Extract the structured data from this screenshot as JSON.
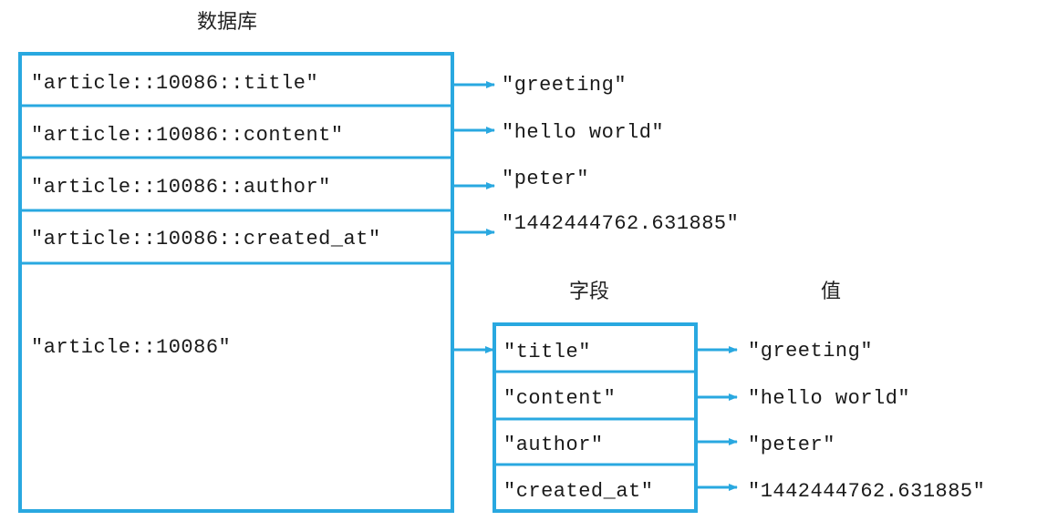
{
  "diagram": {
    "db_title": "数据库",
    "field_heading": "字段",
    "value_heading": "值",
    "stroke_color": "#29a8e0",
    "string_keys": [
      {
        "key": "\"article::10086::title\"",
        "value": "\"greeting\""
      },
      {
        "key": "\"article::10086::content\"",
        "value": "\"hello world\""
      },
      {
        "key": "\"article::10086::author\"",
        "value": "\"peter\""
      },
      {
        "key": "\"article::10086::created_at\"",
        "value": "\"1442444762.631885\""
      }
    ],
    "hash_key": "\"article::10086\"",
    "hash_fields": [
      {
        "field": "\"title\"",
        "value": "\"greeting\""
      },
      {
        "field": "\"content\"",
        "value": "\"hello world\""
      },
      {
        "field": "\"author\"",
        "value": "\"peter\""
      },
      {
        "field": "\"created_at\"",
        "value": "\"1442444762.631885\""
      }
    ]
  }
}
